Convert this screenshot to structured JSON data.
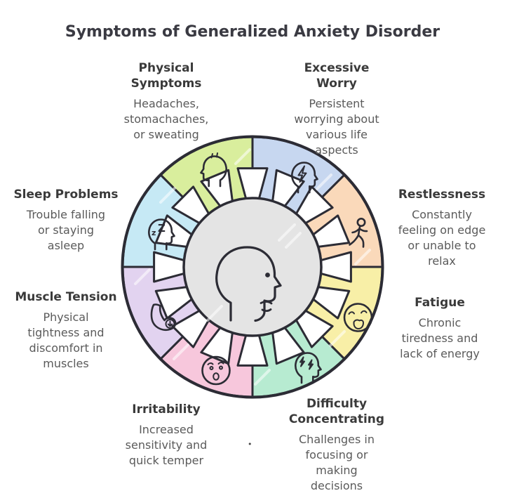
{
  "title": "Symptoms of Generalized Anxiety Disorder",
  "bottom_dot": "•",
  "center": {
    "icon": "head-profile-icon",
    "color": "#e4e4e4",
    "outline_color": "#2c2c35"
  },
  "symptoms": [
    {
      "id": "physical-symptoms",
      "label_lines": [
        "Physical",
        "Symptoms"
      ],
      "desc_lines": [
        "Headaches,",
        "stomachaches,",
        "or sweating"
      ],
      "color": "#d9ee9d",
      "icon": "sweating-head-icon"
    },
    {
      "id": "excessive-worry",
      "label_lines": [
        "Excessive",
        "Worry"
      ],
      "desc_lines": [
        "Persistent",
        "worrying about",
        "various life",
        "aspects"
      ],
      "color": "#c7d7f0",
      "icon": "worry-head-lightning-icon"
    },
    {
      "id": "restlessness",
      "label_lines": [
        "Restlessness"
      ],
      "desc_lines": [
        "Constantly",
        "feeling on edge",
        "or unable to",
        "relax"
      ],
      "color": "#fad9ba",
      "icon": "walking-person-icon"
    },
    {
      "id": "fatigue",
      "label_lines": [
        "Fatigue"
      ],
      "desc_lines": [
        "Chronic",
        "tiredness and",
        "lack of energy"
      ],
      "color": "#f8efa7",
      "icon": "yawning-face-icon"
    },
    {
      "id": "difficulty-concentrating",
      "label_lines": [
        "Difficulty",
        "Concentrating"
      ],
      "desc_lines": [
        "Challenges in",
        "focusing or",
        "making",
        "decisions"
      ],
      "color": "#b7ebd1",
      "icon": "scattered-thoughts-head-icon"
    },
    {
      "id": "irritability",
      "label_lines": [
        "Irritability"
      ],
      "desc_lines": [
        "Increased",
        "sensitivity and",
        "quick temper"
      ],
      "color": "#f7c7dc",
      "icon": "surprised-face-icon"
    },
    {
      "id": "muscle-tension",
      "label_lines": [
        "Muscle Tension"
      ],
      "desc_lines": [
        "Physical",
        "tightness and",
        "discomfort in",
        "muscles"
      ],
      "color": "#e2d3f0",
      "icon": "flexed-bicep-icon"
    },
    {
      "id": "sleep-problems",
      "label_lines": [
        "Sleep Problems"
      ],
      "desc_lines": [
        "Trouble falling",
        "or staying",
        "asleep"
      ],
      "color": "#c6e9f5",
      "icon": "sleepy-head-icon",
      "zz": [
        "z",
        "Z"
      ]
    }
  ]
}
